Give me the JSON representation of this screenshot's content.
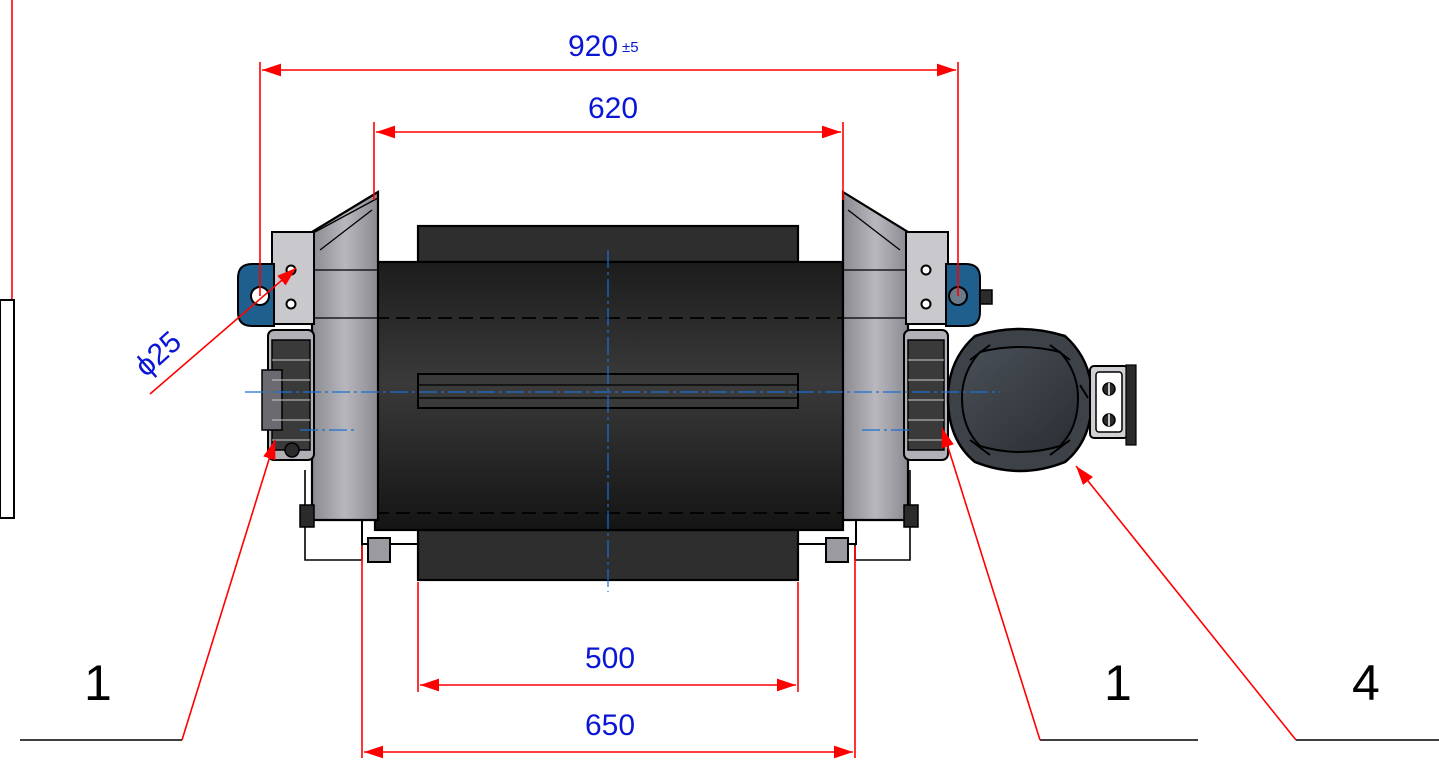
{
  "dimensions": {
    "overall_width": {
      "value": "920",
      "tolerance": "±5"
    },
    "frame_width": {
      "value": "620"
    },
    "drum_width": {
      "value": "500"
    },
    "base_width": {
      "value": "650"
    },
    "pin_diameter": {
      "value": "ϕ25"
    }
  },
  "callouts": [
    {
      "label": "1"
    },
    {
      "label": "1"
    },
    {
      "label": "4"
    }
  ],
  "colors": {
    "dimension_line": "#ff0000",
    "dimension_text": "#0a16d6",
    "center_line": "#1a6fd6",
    "drum_body": "#2b2b2b",
    "side_plate": "#9a9aa0",
    "pin_blue": "#1f5f8e",
    "motor_dark": "#3a3f45"
  }
}
